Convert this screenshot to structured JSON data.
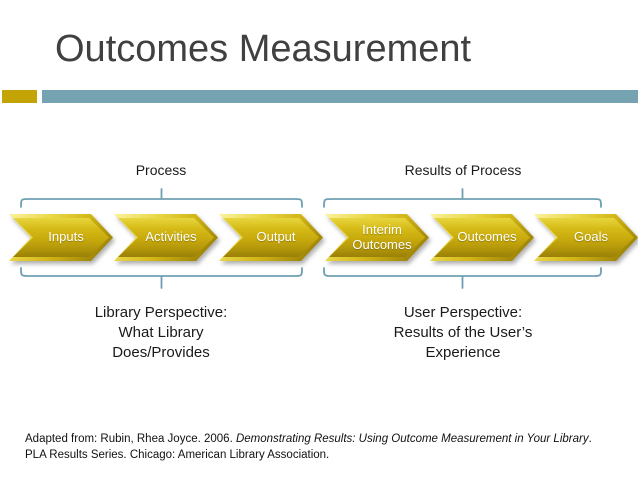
{
  "slide": {
    "title": "Outcomes Measurement"
  },
  "colors": {
    "title_text": "#404040",
    "accent_gold": "#C4A404",
    "accent_teal": "#76A3B1",
    "bracket_teal": "#6FA0B2",
    "arrow_gold": "#C7A90C",
    "arrow_text": "#FFFFFF"
  },
  "diagram": {
    "section_labels": {
      "process": "Process",
      "results": "Results of Process"
    },
    "arrows": [
      {
        "label": "Inputs"
      },
      {
        "label": "Activities"
      },
      {
        "label": "Output"
      },
      {
        "label": "Interim Outcomes"
      },
      {
        "label": "Outcomes"
      },
      {
        "label": "Goals"
      }
    ],
    "perspectives": {
      "library": "Library Perspective:\nWhat Library\nDoes/Provides",
      "user": "User Perspective:\nResults of the User’s\nExperience"
    }
  },
  "citation": {
    "prefix": "Adapted from: Rubin, Rhea Joyce. 2006. ",
    "book_title": "Demonstrating Results: Using Outcome Measurement in Your Library",
    "suffix": ". PLA Results Series. Chicago: American Library Association."
  }
}
